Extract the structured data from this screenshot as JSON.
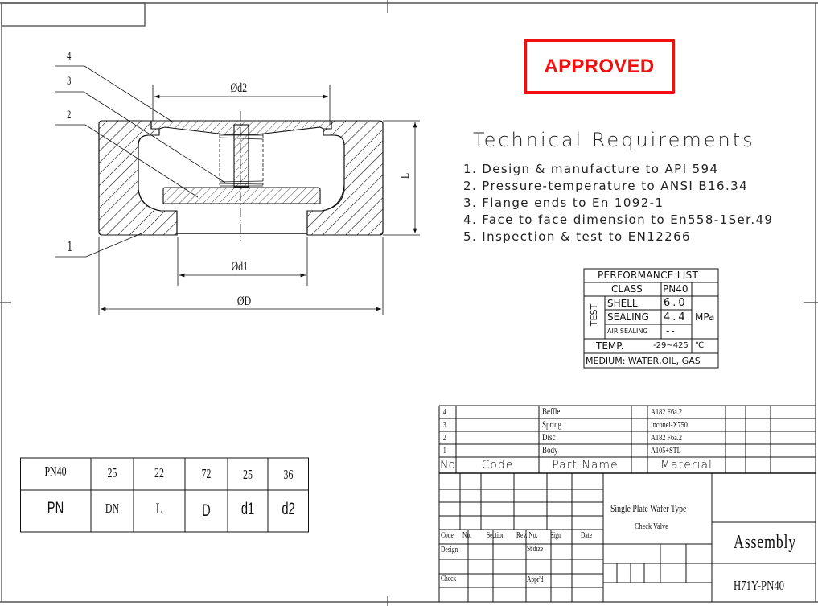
{
  "stamp": {
    "label": "APPROVED",
    "color": "#f01010"
  },
  "technical_requirements": {
    "title": "Technical Requirements",
    "items": [
      "1. Design & manufacture to API 594",
      "2. Pressure-temperature to ANSI B16.34",
      "3. Flange ends to En 1092-1",
      "4. Face to face dimension to En558-1Ser.49",
      "5. Inspection & test to EN12266"
    ]
  },
  "performance_list": {
    "title": "PERFORMANCE LIST",
    "class_label": "CLASS",
    "class_value": "PN40",
    "test_label": "TEST",
    "shell_label": "SHELL",
    "shell_value": "6.0",
    "sealing_label": "SEALING",
    "sealing_value": "4.4",
    "air_sealing_label": "AIR SEALING",
    "air_sealing_value": "--",
    "unit": "MPa",
    "temp_label": "TEMP.",
    "temp_value": "-29~425",
    "temp_unit": "℃",
    "medium": "MEDIUM: WATER,OIL, GAS"
  },
  "drawing": {
    "callouts": [
      "4",
      "3",
      "2",
      "1"
    ],
    "dimensions": {
      "d2": "Ød2",
      "d1": "Ød1",
      "D": "ØD",
      "L": "L"
    }
  },
  "dimension_table": {
    "values": [
      "PN40",
      "25",
      "22",
      "72",
      "25",
      "36"
    ],
    "headers": [
      "PN",
      "DN",
      "L",
      "D",
      "d1",
      "d2"
    ]
  },
  "parts_list": {
    "rows": [
      {
        "no": "4",
        "code": "",
        "name": "Beffle",
        "material": "A182 F6a.2"
      },
      {
        "no": "3",
        "code": "",
        "name": "Spring",
        "material": "Inconel-X750"
      },
      {
        "no": "2",
        "code": "",
        "name": "Disc",
        "material": "A182 F6a.2"
      },
      {
        "no": "1",
        "code": "",
        "name": "Body",
        "material": "A105+STL"
      }
    ],
    "headers": {
      "no": "No",
      "code": "Code",
      "name": "Part Name",
      "material": "Material"
    }
  },
  "title_block": {
    "rev_headers": [
      "Code",
      "No.",
      "Section",
      "Rev. No.",
      "Sign",
      "Date"
    ],
    "design_label": "Design",
    "standardize_label": "St'dize",
    "check_label": "Check",
    "approve_label": "Appr'd",
    "product_title_line1": "Single Plate Wafer Type",
    "product_title_line2": "Check Valve",
    "drawing_type": "Assembly",
    "model": "H71Y-PN40"
  }
}
